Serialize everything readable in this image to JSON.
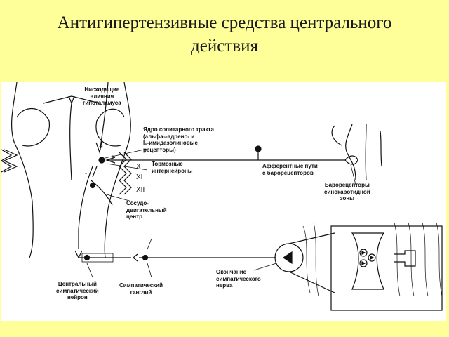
{
  "title": {
    "line1": "Антигипертензивные средства центрального",
    "line2": "действия"
  },
  "labels": {
    "descending": "Нисходящие\nвлияния\nгипоталамуса",
    "solitary_nucleus": "Ядро солитарного тракта\n(альфа₂-адрено- и\nI₁-имидазолиновые\nрецепторы)",
    "brake_interneurons": "Тормозные\nинтернейроны",
    "vasomotor_center": "Сосудо-\nдвигательный\nцентр",
    "afferent_paths": "Афферентные пути\nс барорецепторов",
    "baroreceptors": "Барорецепторы\nсинокаротидной\nзоны",
    "central_sympathetic_neuron": "Центральный\nсимпатический\nнейрон",
    "sympathetic_ganglion": "Симпатический\nганглий",
    "sympathetic_nerve_ending": "Окончание\nсимпатического\nнерва",
    "nerve_x": "X",
    "nerve_xi": "XI",
    "nerve_xii": "XII",
    "plus_1": "+",
    "plus_2": "+",
    "minus_1": "-"
  },
  "colors": {
    "background": "#ffff99",
    "panel": "#ffffff",
    "ink": "#111111"
  }
}
